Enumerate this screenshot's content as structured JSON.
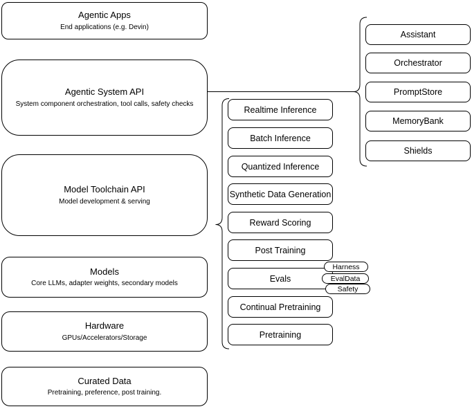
{
  "diagram": {
    "background": "#ffffff",
    "stroke_color": "#000000",
    "node_fill": "#ffffff",
    "left_stack": [
      {
        "title": "Agentic Apps",
        "subtitle": "End applications (e.g. Devin)"
      },
      {
        "title": "Agentic System API",
        "subtitle": "System component orchestration, tool calls, safety checks"
      },
      {
        "title": "Model Toolchain API",
        "subtitle": "Model development & serving"
      },
      {
        "title": "Models",
        "subtitle": "Core LLMs, adapter weights, secondary models"
      },
      {
        "title": "Hardware",
        "subtitle": "GPUs/Accelerators/Storage"
      },
      {
        "title": "Curated Data",
        "subtitle": "Pretraining, preference, post training."
      }
    ],
    "toolchain_items": [
      {
        "label": "Realtime Inference"
      },
      {
        "label": "Batch Inference"
      },
      {
        "label": "Quantized Inference"
      },
      {
        "label": "Synthetic Data Generation"
      },
      {
        "label": "Reward Scoring"
      },
      {
        "label": "Post Training"
      },
      {
        "label": "Evals"
      },
      {
        "label": "Continual Pretraining"
      },
      {
        "label": "Pretraining"
      }
    ],
    "evals_tags": [
      {
        "label": "Harness"
      },
      {
        "label": "EvalData"
      },
      {
        "label": "Safety"
      }
    ],
    "system_components": [
      {
        "label": "Assistant"
      },
      {
        "label": "Orchestrator"
      },
      {
        "label": "PromptStore"
      },
      {
        "label": "MemoryBank"
      },
      {
        "label": "Shields"
      }
    ]
  }
}
